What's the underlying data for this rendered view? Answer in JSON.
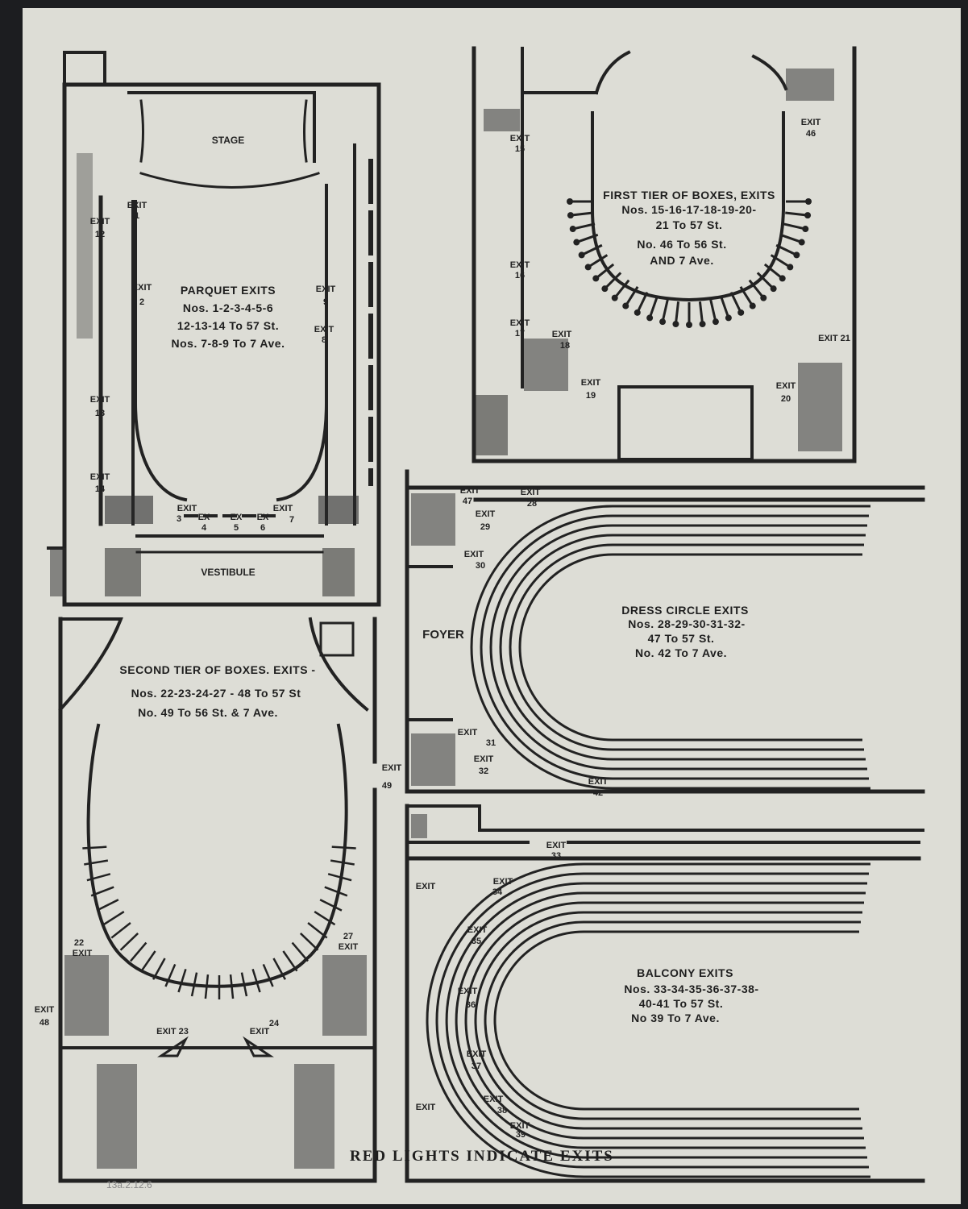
{
  "parquet": {
    "stage": "STAGE",
    "vestibule": "VESTIBULE",
    "title": "PARQUET EXITS",
    "line1": "Nos. 1-2-3-4-5-6",
    "line2": "12-13-14 To 57 St.",
    "line3": "Nos. 7-8-9 To 7 Ave.",
    "exits": [
      "EXIT",
      "1",
      "EXIT",
      "2",
      "EXIT",
      "12",
      "EXIT",
      "13",
      "EXIT",
      "14",
      "EXIT",
      "9",
      "EXIT",
      "8",
      "EXIT",
      "3",
      "EX",
      "4",
      "EX",
      "5",
      "EX",
      "6",
      "EXIT",
      "7"
    ]
  },
  "first_tier": {
    "title": "FIRST TIER OF BOXES, EXITS",
    "line1": "Nos. 15-16-17-18-19-20-",
    "line2": "21 To 57 St.",
    "line3": "No. 46 To 56 St.",
    "line4": "AND 7 Ave.",
    "exits": [
      "EXIT",
      "15",
      "EXIT",
      "16",
      "EXIT",
      "17",
      "EXIT",
      "18",
      "EXIT",
      "19",
      "EXIT",
      "46",
      "EXIT 21",
      "EXIT",
      "20"
    ]
  },
  "second_tier": {
    "title": "SECOND TIER OF BOXES. EXITS -",
    "line1": "Nos. 22-23-24-27 - 48 To 57 St",
    "line2": "No. 49 To 56 St. & 7 Ave.",
    "exits": [
      "22",
      "EXIT",
      "27",
      "EXIT",
      "EXIT",
      "48",
      "EXIT 23",
      "EXIT",
      "24",
      "EXIT",
      "49"
    ]
  },
  "dress_circle": {
    "foyer": "FOYER",
    "title": "DRESS CIRCLE EXITS",
    "line1": "Nos. 28-29-30-31-32-",
    "line2": "47 To 57 St.",
    "line3": "No. 42 To 7 Ave.",
    "exits": [
      "EXIT",
      "47",
      "EXIT",
      "28",
      "EXIT",
      "29",
      "EXIT",
      "30",
      "EXIT",
      "31",
      "EXIT",
      "32",
      "EXIT",
      "42"
    ]
  },
  "balcony": {
    "title": "BALCONY EXITS",
    "line1": "Nos. 33-34-35-36-37-38-",
    "line2": "40-41 To 57 St.",
    "line3": "No 39 To 7 Ave.",
    "exits": [
      "EXIT",
      "33",
      "EXIT",
      "34",
      "EXIT",
      "35",
      "EXIT",
      "36",
      "EXIT",
      "37",
      "EXIT",
      "38",
      "EXIT",
      "39",
      "EXIT",
      "EXIT"
    ]
  },
  "footer": "RED LIGHTS INDICATE EXITS",
  "pencil_note": "13a.2.12.6"
}
